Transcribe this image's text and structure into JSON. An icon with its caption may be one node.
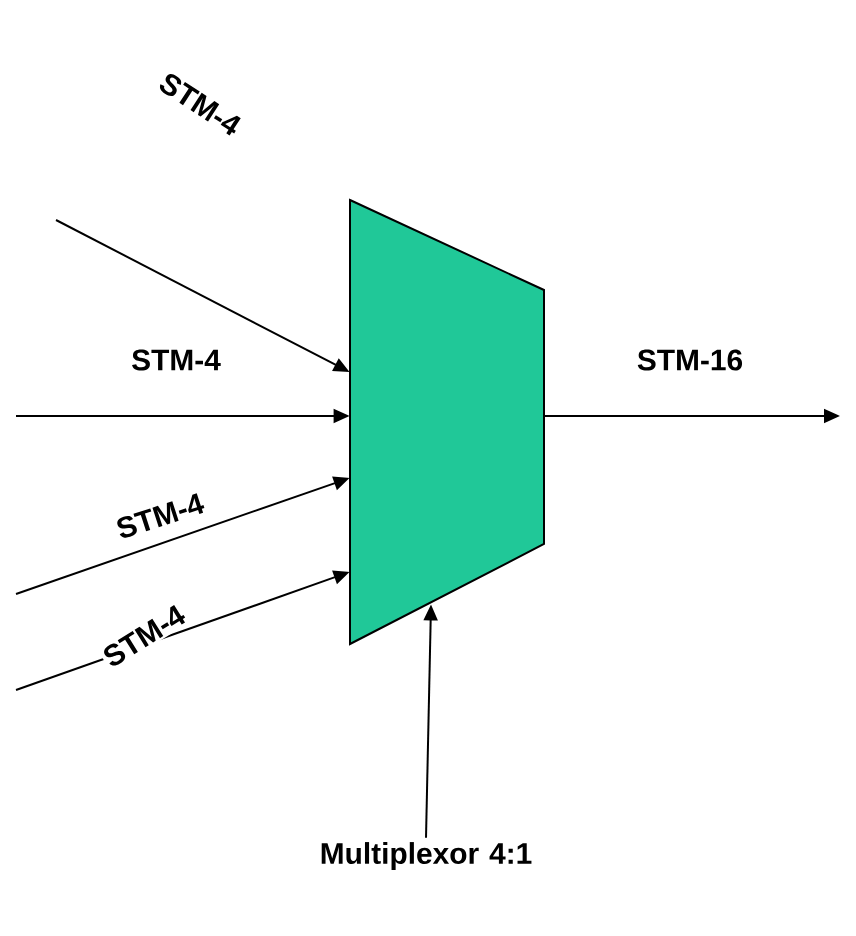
{
  "diagram": {
    "nodes": [
      {
        "text": [],
        "shape": "trapezoid"
      },
      {
        "text": [
          "Multiplexor 4:1"
        ]
      }
    ],
    "edges": [
      {
        "from": null,
        "to": 0,
        "arrow": "to",
        "label": "STM-4"
      },
      {
        "from": null,
        "to": 0,
        "arrow": "to",
        "label": "STM-4"
      },
      {
        "from": null,
        "to": 0,
        "arrow": "to",
        "label": "STM-4"
      },
      {
        "from": null,
        "to": 0,
        "arrow": "to",
        "label": "STM-4"
      },
      {
        "from": 0,
        "to": null,
        "arrow": "to",
        "label": "STM-16"
      },
      {
        "from": 1,
        "to": 0,
        "arrow": "to"
      }
    ]
  }
}
